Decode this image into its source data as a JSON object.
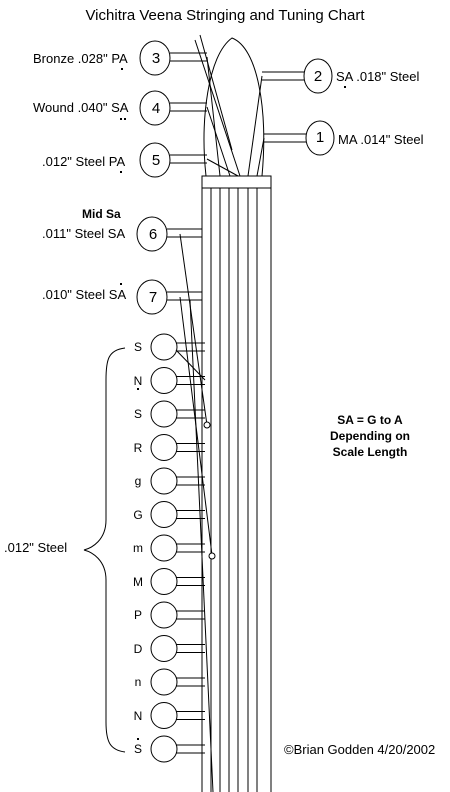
{
  "title": "Vichitra Veena Stringing and Tuning Chart",
  "labels": {
    "peg3": "Bronze .028\" PA",
    "peg4": "Wound .040\" SA",
    "peg5": ".012\" Steel  PA",
    "mid_sa": "Mid Sa",
    "peg6": ".011\" Steel SA",
    "peg7": ".010\" Steel SA",
    "peg2": "SA .018\" Steel",
    "peg1": "MA .014\" Steel",
    "sympathetic_gauge": ".012\" Steel"
  },
  "pegs": {
    "p1": "1",
    "p2": "2",
    "p3": "3",
    "p4": "4",
    "p5": "5",
    "p6": "6",
    "p7": "7"
  },
  "notes": [
    "S",
    "N",
    "S",
    "R",
    "g",
    "G",
    "m",
    "M",
    "P",
    "D",
    "n",
    "N",
    "S"
  ],
  "note_dots": [
    "",
    "below",
    "",
    "",
    "",
    "",
    "",
    "",
    "",
    "",
    "",
    "",
    "above"
  ],
  "info": {
    "line1": "SA =   G to A",
    "line2": "Depending on",
    "line3": "Scale Length"
  },
  "copyright": "©Brian Godden 4/20/2002"
}
